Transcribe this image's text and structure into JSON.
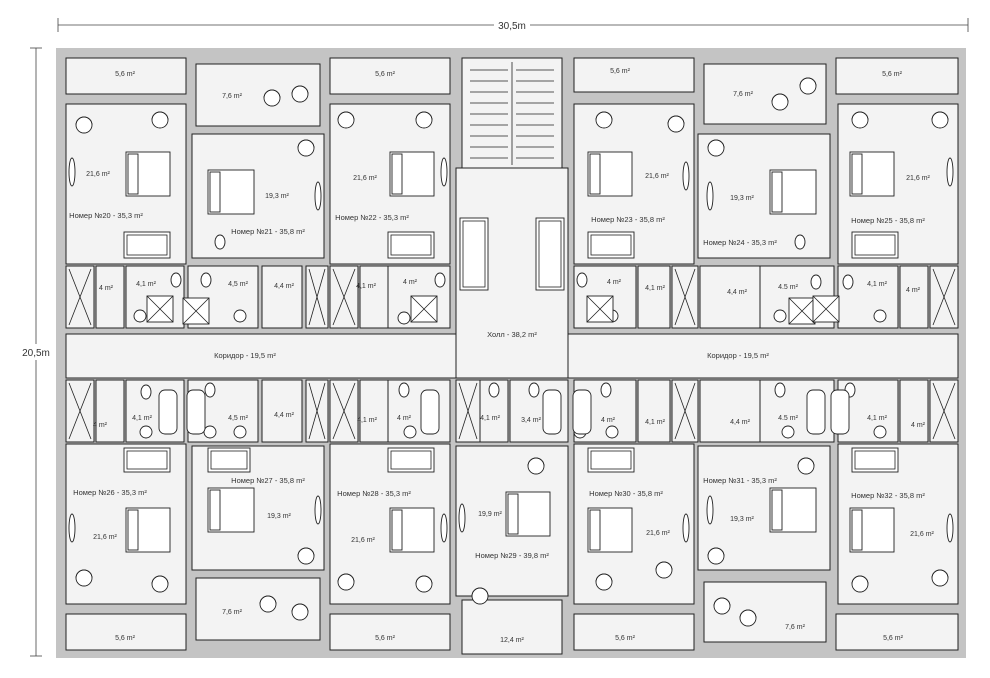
{
  "dimensions": {
    "width": "30,5m",
    "height": "20,5m"
  },
  "rooms": {
    "r20": "Номер №20 - 35,3 m²",
    "r21": "Номер №21 - 35,8 m²",
    "r22": "Номер №22 - 35,3 m²",
    "r23": "Номер №23 - 35,8 m²",
    "r24": "Номер №24 - 35,3 m²",
    "r25": "Номер №25 - 35,8 m²",
    "r26": "Номер №26 - 35,3 m²",
    "r27": "Номер №27 - 35,8 m²",
    "r28": "Номер №28 - 35,3 m²",
    "r29": "Номер №29 - 39,8 m²",
    "r30": "Номер №30 - 35,8 m²",
    "r31": "Номер №31 - 35,3 m²",
    "r32": "Номер №32 - 35,8 m²"
  },
  "common": {
    "hall": "Холл - 38,2 m²",
    "corridor_left": "Коридор - 19,5 m²",
    "corridor_right": "Коридор - 19,5 m²"
  },
  "areas": {
    "balcony_large": "5,6 m²",
    "balcony_small": "7,6 m²",
    "bedroom_a": "21,6 m²",
    "bedroom_b": "19,3 m²",
    "bedroom_29": "19,9 m²",
    "storage": "4 m²",
    "bath_a": "4,1 m²",
    "bath_b": "4,5 m²",
    "bath_b2": "4.5 m²",
    "storage_b": "4,4 m²",
    "bath_c": "3,4 m²",
    "balcony_29": "12,4 m²"
  }
}
